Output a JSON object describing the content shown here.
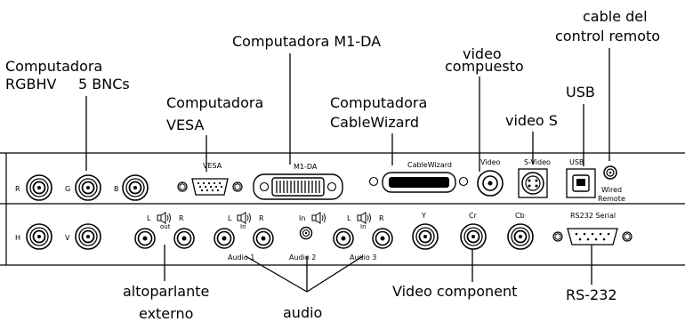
{
  "callouts": {
    "rgbhv_line1": "Computadora",
    "rgbhv_line2": "RGBHV",
    "bnc": "5 BNCs",
    "vesa_line1": "Computadora",
    "vesa_line2": "VESA",
    "m1da": "Computadora M1-DA",
    "cablewizard_line1": "Computadora",
    "cablewizard_line2": "CableWizard",
    "composite_line1": "video",
    "composite_line2": "compuesto",
    "svideo": "video S",
    "usb": "USB",
    "remote_line1": "cable del",
    "remote_line2": "control  remoto",
    "speaker_line1": "altoparlante",
    "speaker_line2": "externo",
    "audio": "audio",
    "component": "Video component",
    "rs232": "RS-232"
  },
  "panel_labels": {
    "r": "R",
    "g": "G",
    "b": "B",
    "h": "H",
    "v": "V",
    "vesa": "VESA",
    "m1da": "M1-DA",
    "cablewizard": "CableWizard",
    "video": "Video",
    "svideo": "S-Video",
    "usb": "USB",
    "wired_line1": "Wired",
    "wired_line2": "Remote",
    "out_l": "L",
    "out_r": "R",
    "out_sub": "out",
    "a1_l": "L",
    "a1_r": "R",
    "a1_sub": "In",
    "a2_in": "In",
    "a3_l": "L",
    "a3_r": "R",
    "a3_sub": "In",
    "audio1": "Audio 1",
    "audio2": "Audio 2",
    "audio3": "Audio 3",
    "y": "Y",
    "cr": "Cr",
    "cb": "Cb",
    "rs232": "RS232 Serial"
  }
}
